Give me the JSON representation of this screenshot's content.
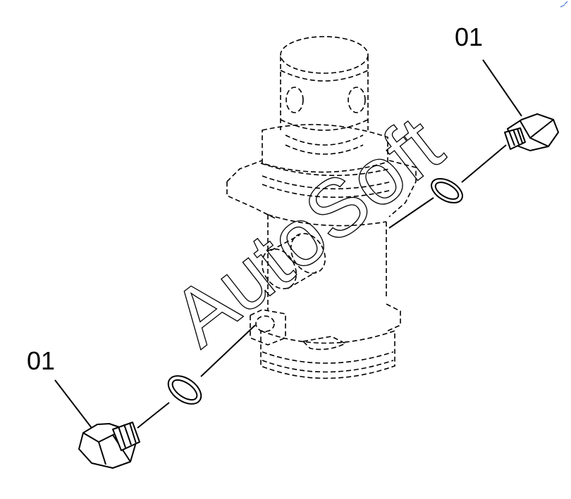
{
  "callouts": {
    "top_right": "01",
    "bottom_left": "01"
  },
  "watermark": {
    "text": "AutoSoft"
  }
}
